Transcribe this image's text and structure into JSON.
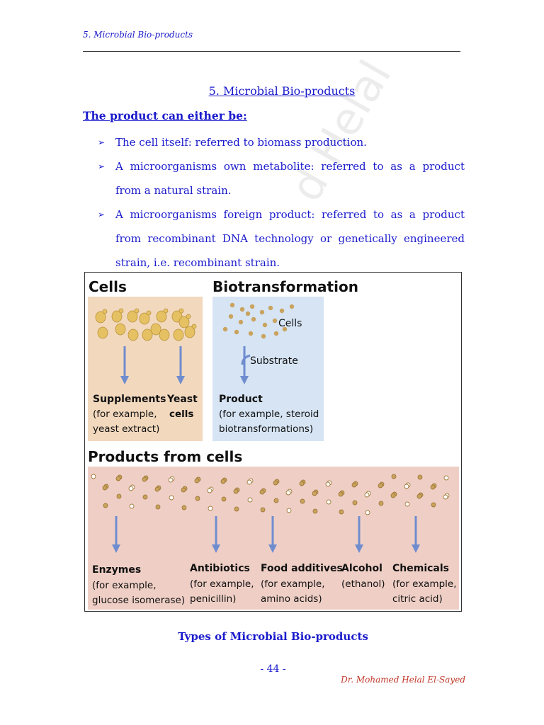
{
  "header": {
    "running_title": "5. Microbial Bio-products"
  },
  "watermark": "d Helal",
  "section": {
    "title": "5. Microbial Bio-products",
    "lead": "The product can either be:",
    "bullets": [
      "The cell itself: referred to biomass production.",
      "A microorganisms own metabolite: referred to as a product from a natural strain.",
      "A microorganisms foreign product: referred to as a product from recombinant DNA technology or genetically engineered strain, i.e. recombinant strain."
    ]
  },
  "figure": {
    "colors": {
      "cells_panel": "#f2d8bd",
      "biotrans_panel": "#d6e4f4",
      "products_panel": "#efcfc5",
      "arrow": "#6f8ccf",
      "particle": "#c9a35e",
      "cell": "#e6c163"
    },
    "cells": {
      "heading": "Cells",
      "outputs": [
        {
          "title": "Supplements",
          "lines": [
            "(for example,",
            "yeast extract)"
          ]
        },
        {
          "title": "Yeast",
          "lines": [
            "cells"
          ]
        }
      ]
    },
    "biotransformation": {
      "heading": "Biotransformation",
      "cells_label": "Cells",
      "substrate_label": "Substrate",
      "output": {
        "title": "Product",
        "lines": [
          "(for example, steroid",
          "biotransformations)"
        ]
      }
    },
    "products_from_cells": {
      "heading": "Products from cells",
      "items": [
        {
          "title": "Enzymes",
          "lines": [
            "(for example,",
            "glucose isomerase)"
          ]
        },
        {
          "title": "Antibiotics",
          "lines": [
            "(for example,",
            "penicillin)"
          ]
        },
        {
          "title": "Food additives",
          "lines": [
            "(for example,",
            "amino acids)"
          ]
        },
        {
          "title": "Alcohol",
          "lines": [
            "(ethanol)"
          ]
        },
        {
          "title": "Chemicals",
          "lines": [
            "(for example,",
            "citric acid)"
          ]
        }
      ]
    }
  },
  "caption": "Types of Microbial Bio-products",
  "footer": {
    "page_number": "- 44 -",
    "author": "Dr. Mohamed Helal El-Sayed"
  }
}
